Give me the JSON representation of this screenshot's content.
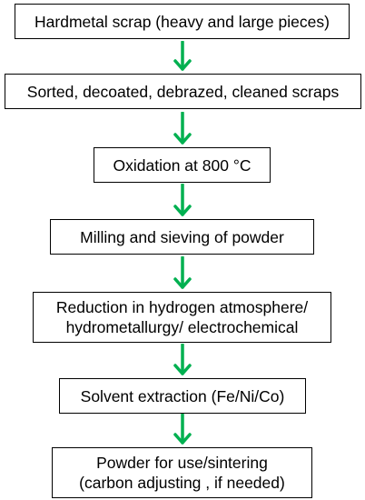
{
  "flowchart": {
    "steps": [
      {
        "lines": [
          "Hardmetal scrap (heavy and large pieces)"
        ]
      },
      {
        "lines": [
          "Sorted, decoated, debrazed, cleaned scraps"
        ]
      },
      {
        "lines": [
          "Oxidation at 800 °C"
        ]
      },
      {
        "lines": [
          "Milling and sieving of powder"
        ]
      },
      {
        "lines": [
          "Reduction in hydrogen atmosphere/",
          "hydrometallurgy/ electrochemical"
        ]
      },
      {
        "lines": [
          "Solvent extraction (Fe/Ni/Co)"
        ]
      },
      {
        "lines": [
          "Powder for use/sintering",
          "(carbon adjusting , if needed)"
        ]
      }
    ],
    "arrow_color": "#00b050",
    "box_border_color": "#000000",
    "text_color": "#000000",
    "background_color": "#ffffff"
  }
}
